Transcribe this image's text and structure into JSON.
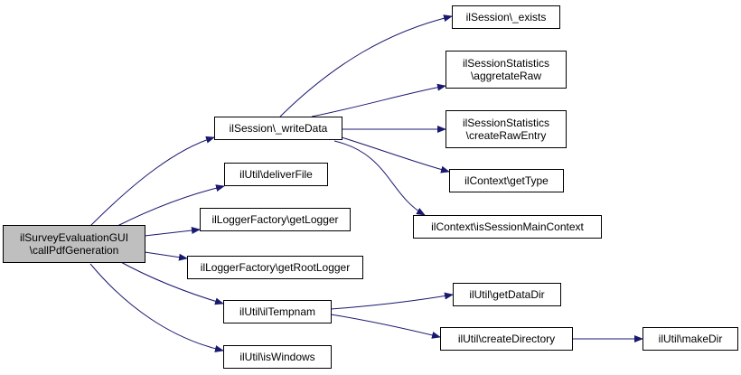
{
  "colors": {
    "edge": "#191970",
    "border": "#000000",
    "root_fill": "#bfbfbf",
    "node_fill": "#ffffff"
  },
  "nodes": {
    "root": {
      "line1": "ilSurveyEvaluationGUI",
      "line2": "\\callPdfGeneration"
    },
    "write_data": {
      "label": "ilSession\\_writeData"
    },
    "exists": {
      "label": "ilSession\\_exists"
    },
    "aggregate_raw": {
      "line1": "ilSessionStatistics",
      "line2": "\\aggretateRaw"
    },
    "create_raw_entry": {
      "line1": "ilSessionStatistics",
      "line2": "\\createRawEntry"
    },
    "get_type": {
      "label": "ilContext\\getType"
    },
    "is_session_main_context": {
      "label": "ilContext\\isSessionMainContext"
    },
    "deliver_file": {
      "label": "ilUtil\\deliverFile"
    },
    "get_logger": {
      "label": "ilLoggerFactory\\getLogger"
    },
    "get_root_logger": {
      "label": "ilLoggerFactory\\getRootLogger"
    },
    "il_tempnam": {
      "label": "ilUtil\\ilTempnam"
    },
    "get_data_dir": {
      "label": "ilUtil\\getDataDir"
    },
    "create_directory": {
      "label": "ilUtil\\createDirectory"
    },
    "make_dir": {
      "label": "ilUtil\\makeDir"
    },
    "is_windows": {
      "label": "ilUtil\\isWindows"
    }
  }
}
